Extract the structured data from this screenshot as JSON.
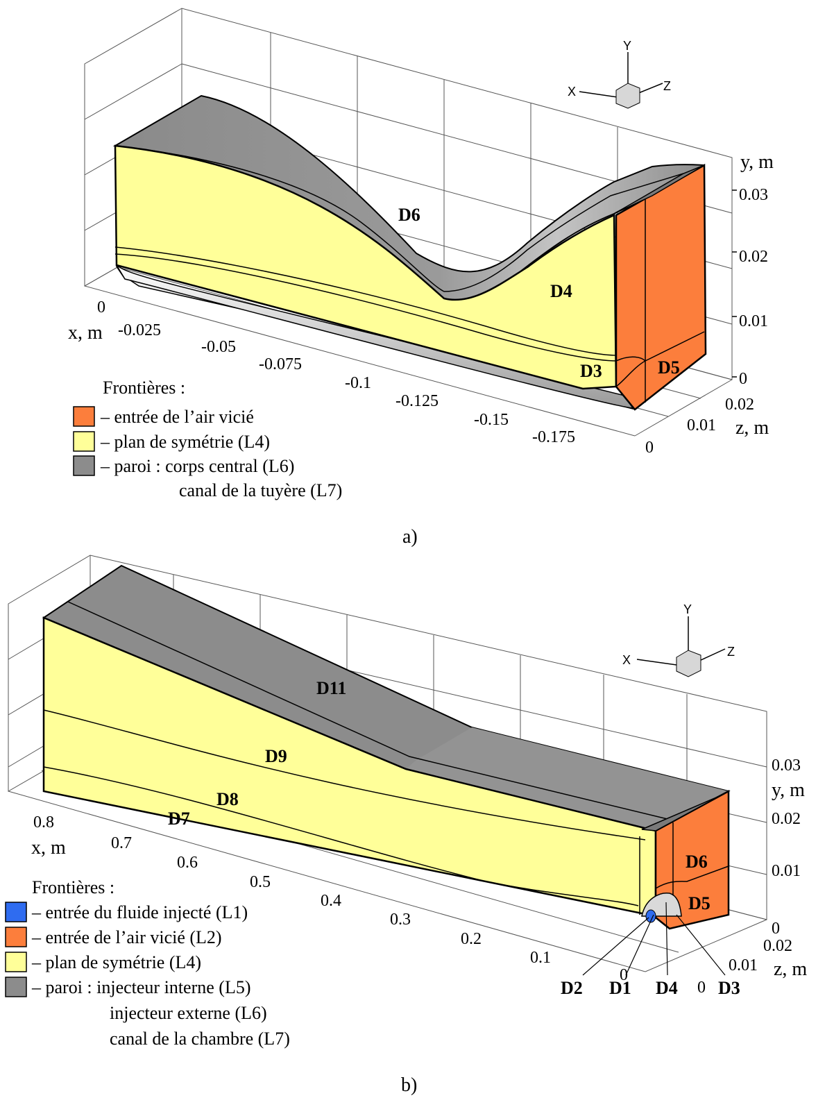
{
  "colors": {
    "inlet_air": "#fc7e3c",
    "injected_fluid": "#2f6cf0",
    "symmetry": "#ffff99",
    "wall": "#8c8c8c"
  },
  "panel_a": {
    "caption": "a)",
    "triad": {
      "x": "X",
      "y": "Y",
      "z": "Z"
    },
    "axes": {
      "x_label": "x, m",
      "y_label": "y, m",
      "z_label": "z, m",
      "x_ticks": [
        "0",
        "-0.025",
        "-0.05",
        "-0.075",
        "-0.1",
        "-0.125",
        "-0.15",
        "-0.175"
      ],
      "y_ticks": [
        "0.03",
        "0.02",
        "0.01",
        "0"
      ],
      "z_ticks": [
        "0.02",
        "0.01",
        "0"
      ]
    },
    "domains": [
      "D6",
      "D4",
      "D3",
      "D5"
    ],
    "legend": {
      "title": "Frontières :",
      "items": [
        {
          "text": "– entrée de l’air vicié",
          "color": "#fc7e3c"
        },
        {
          "text": "– plan de symétrie (L4)",
          "color": "#ffff99"
        },
        {
          "text": "– paroi : corps central (L6)",
          "color": "#8c8c8c"
        }
      ],
      "extra": [
        "canal de la tuyère (L7)"
      ]
    }
  },
  "panel_b": {
    "caption": "b)",
    "triad": {
      "x": "X",
      "y": "Y",
      "z": "Z"
    },
    "axes": {
      "x_label": "x, m",
      "y_label": "y, m",
      "z_label": "z, m",
      "x_ticks": [
        "0.8",
        "0.7",
        "0.6",
        "0.5",
        "0.4",
        "0.3",
        "0.2",
        "0.1",
        "0"
      ],
      "y_ticks": [
        "0.03",
        "0.02",
        "0.01",
        "0"
      ],
      "z_ticks": [
        "0.02",
        "0.01",
        "0"
      ]
    },
    "domains": [
      "D11",
      "D9",
      "D8",
      "D7",
      "D6",
      "D5"
    ],
    "callouts": [
      "D2",
      "D1",
      "D4",
      "D3"
    ],
    "legend": {
      "title": "Frontières :",
      "items": [
        {
          "text": "– entrée du fluide injecté (L1)",
          "color": "#2f6cf0"
        },
        {
          "text": "– entrée de l’air vicié (L2)",
          "color": "#fc7e3c"
        },
        {
          "text": "– plan de symétrie (L4)",
          "color": "#ffff99"
        },
        {
          "text": "– paroi : injecteur interne (L5)",
          "color": "#8c8c8c"
        }
      ],
      "extra": [
        "injecteur externe (L6)",
        "canal de la chambre (L7)"
      ]
    }
  }
}
